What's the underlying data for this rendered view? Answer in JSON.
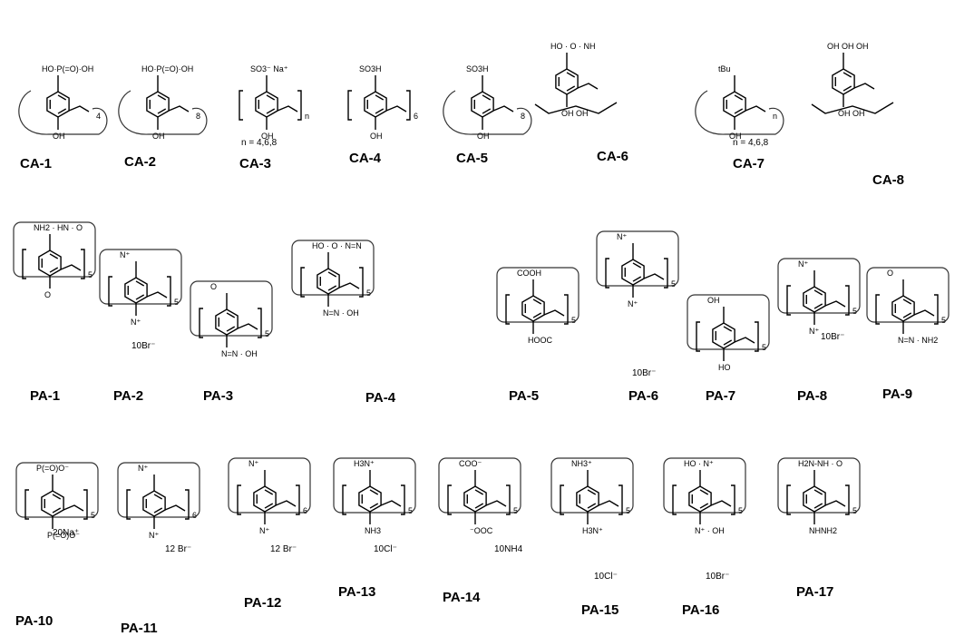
{
  "compounds": [
    {
      "id": "CA-1",
      "label": "CA-1",
      "note": "",
      "group": "4",
      "head": "HO·P(=O)·OH",
      "tail": "OH",
      "frame": "loop"
    },
    {
      "id": "CA-2",
      "label": "CA-2",
      "note": "",
      "group": "8",
      "head": "HO·P(=O)·OH",
      "tail": "OH",
      "frame": "loop"
    },
    {
      "id": "CA-3",
      "label": "CA-3",
      "note": "n = 4,6,8",
      "group": "n",
      "head": "SO3⁻ Na⁺",
      "tail": "OH",
      "frame": "bracket"
    },
    {
      "id": "CA-4",
      "label": "CA-4",
      "note": "",
      "group": "6",
      "head": "SO3H",
      "tail": "OH",
      "frame": "bracket"
    },
    {
      "id": "CA-5",
      "label": "CA-5",
      "note": "",
      "group": "8",
      "head": "SO3H",
      "tail": "OH",
      "frame": "loop"
    },
    {
      "id": "CA-6",
      "label": "CA-6",
      "note": "",
      "group": "",
      "head": "HO · O · NH",
      "tail": "OH OH",
      "frame": "none"
    },
    {
      "id": "CA-7",
      "label": "CA-7",
      "note": "n = 4,6,8",
      "group": "n",
      "head": "tBu",
      "tail": "OH",
      "frame": "loop"
    },
    {
      "id": "CA-8",
      "label": "CA-8",
      "note": "",
      "group": "",
      "head": "OH OH OH",
      "tail": "OH OH",
      "frame": "none"
    },
    {
      "id": "PA-1",
      "label": "PA-1",
      "note": "",
      "group": "5",
      "head": "NH2 · HN · O",
      "tail": "O",
      "frame": "box"
    },
    {
      "id": "PA-2",
      "label": "PA-2",
      "note": "10Br⁻",
      "group": "5",
      "head": "N⁺",
      "tail": "N⁺",
      "frame": "box"
    },
    {
      "id": "PA-3",
      "label": "PA-3",
      "note": "",
      "group": "5",
      "head": "O",
      "tail": "N=N · OH",
      "frame": "box"
    },
    {
      "id": "PA-4",
      "label": "PA-4",
      "note": "",
      "group": "5",
      "head": "HO · O · N=N",
      "tail": "N=N · OH",
      "frame": "box"
    },
    {
      "id": "PA-5",
      "label": "PA-5",
      "note": "",
      "group": "5",
      "head": "COOH",
      "tail": "HOOC",
      "frame": "box"
    },
    {
      "id": "PA-6",
      "label": "PA-6",
      "note": "10Br⁻",
      "group": "5",
      "head": "N⁺",
      "tail": "N⁺",
      "frame": "box"
    },
    {
      "id": "PA-7",
      "label": "PA-7",
      "note": "",
      "group": "5",
      "head": "OH",
      "tail": "HO",
      "frame": "box"
    },
    {
      "id": "PA-8",
      "label": "PA-8",
      "note": "10Br⁻",
      "group": "5",
      "head": "N⁺",
      "tail": "N⁺",
      "frame": "box"
    },
    {
      "id": "PA-9",
      "label": "PA-9",
      "note": "",
      "group": "5",
      "head": "O",
      "tail": "N=N · NH2",
      "frame": "box"
    },
    {
      "id": "PA-10",
      "label": "PA-10",
      "note": "20Na⁺",
      "group": "5",
      "head": "P(=O)O⁻",
      "tail": "P(=O)O⁻",
      "frame": "box"
    },
    {
      "id": "PA-11",
      "label": "PA-11",
      "note": "12 Br⁻",
      "group": "6",
      "head": "N⁺",
      "tail": "N⁺",
      "frame": "box"
    },
    {
      "id": "PA-12",
      "label": "PA-12",
      "note": "12 Br⁻",
      "group": "6",
      "head": "N⁺",
      "tail": "N⁺",
      "frame": "box"
    },
    {
      "id": "PA-13",
      "label": "PA-13",
      "note": "10Cl⁻",
      "group": "5",
      "head": "H3N⁺",
      "tail": "NH3",
      "frame": "box"
    },
    {
      "id": "PA-14",
      "label": "PA-14",
      "note": "10NH4",
      "group": "5",
      "head": "COO⁻",
      "tail": "⁻OOC",
      "frame": "box"
    },
    {
      "id": "PA-15",
      "label": "PA-15",
      "note": "10Cl⁻",
      "group": "5",
      "head": "NH3⁺",
      "tail": "H3N⁺",
      "frame": "box"
    },
    {
      "id": "PA-16",
      "label": "PA-16",
      "note": "10Br⁻",
      "group": "5",
      "head": "HO · N⁺",
      "tail": "N⁺ · OH",
      "frame": "box"
    },
    {
      "id": "PA-17",
      "label": "PA-17",
      "note": "",
      "group": "5",
      "head": "H2N-NH · O",
      "tail": "NHNH2",
      "frame": "box"
    }
  ]
}
